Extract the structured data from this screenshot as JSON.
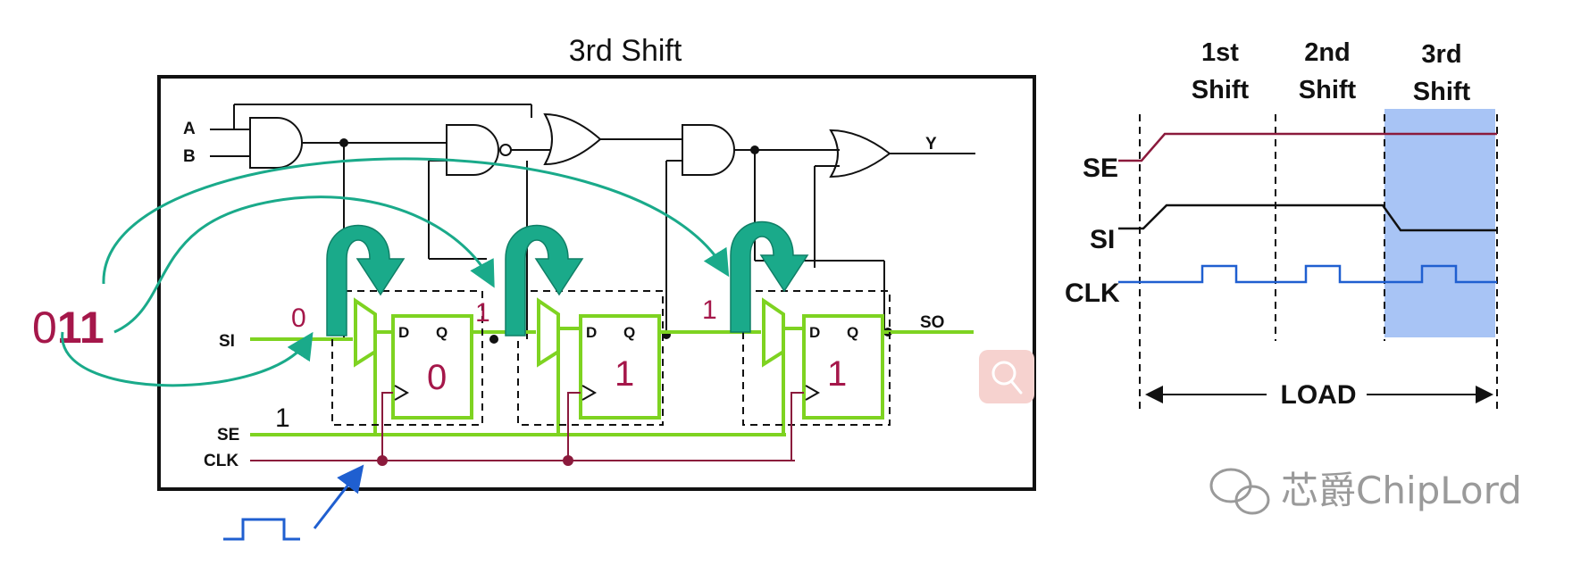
{
  "diagram": {
    "title": "3rd  Shift",
    "input_sequence": {
      "first": "0",
      "rest": "11"
    },
    "gate_inputs": [
      "A",
      "B"
    ],
    "output_label": "Y",
    "scan_in_label": "SI",
    "scan_out_label": "SO",
    "scan_enable_label": "SE",
    "clock_label": "CLK",
    "scan_enable_value": "1",
    "flip_flops": [
      {
        "d": "D",
        "q": "Q",
        "state": "0",
        "incoming_bit": "0"
      },
      {
        "d": "D",
        "q": "Q",
        "state": "1",
        "incoming_bit": "1"
      },
      {
        "d": "D",
        "q": "Q",
        "state": "1",
        "incoming_bit": "1"
      }
    ],
    "colors": {
      "wire": "#111111",
      "scan": "#7ed321",
      "clock": "#8b1a3c",
      "arrow": "#1aaa8a",
      "bits": "#a5174a",
      "pulse": "#1f5fd0"
    }
  },
  "timing": {
    "shifts": [
      {
        "line1": "1st",
        "line2": "Shift"
      },
      {
        "line1": "2nd",
        "line2": "Shift"
      },
      {
        "line1": "3rd",
        "line2": "Shift"
      }
    ],
    "signals": [
      {
        "name": "SE",
        "color": "#8b1a3c"
      },
      {
        "name": "SI",
        "color": "#111111"
      },
      {
        "name": "CLK",
        "color": "#1f5fd0"
      }
    ],
    "load_label": "LOAD",
    "highlight_color": "#a8c4f5"
  },
  "watermark": {
    "text": "芯爵ChipLord"
  }
}
